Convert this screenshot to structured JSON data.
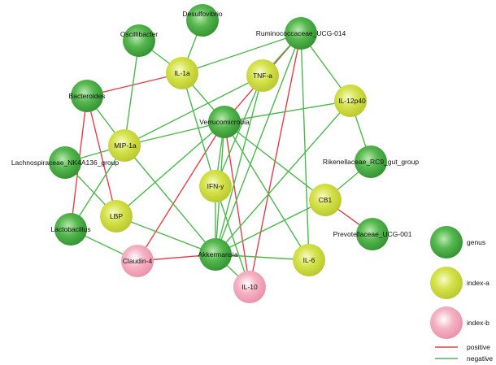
{
  "colors": {
    "genus": "#3aa63a",
    "index_a": "#c9d832",
    "index_b": "#f19ab2",
    "positive": "#e0404a",
    "negative": "#4cb84c"
  },
  "nodes": [
    {
      "id": "desulfovibrio",
      "label": "Desulfovibrio",
      "type": "genus"
    },
    {
      "id": "oscillibacter",
      "label": "Oscillibacter",
      "type": "genus"
    },
    {
      "id": "ruminococcaceae",
      "label": "Ruminococcaceae_UCG-014",
      "type": "genus"
    },
    {
      "id": "il1a",
      "label": "IL-1a",
      "type": "index_a"
    },
    {
      "id": "tnfa",
      "label": "TNF-a",
      "type": "index_a"
    },
    {
      "id": "bacteroides",
      "label": "Bacteroides",
      "type": "genus"
    },
    {
      "id": "il12p40",
      "label": "IL-12p40",
      "type": "index_a"
    },
    {
      "id": "verrucomicrobia",
      "label": "Verrucomicrobia",
      "type": "genus"
    },
    {
      "id": "mip1a",
      "label": "MIP-1a",
      "type": "index_a"
    },
    {
      "id": "lachnospiraceae",
      "label": "Lachnospiraceae_NK4A136_group",
      "type": "genus"
    },
    {
      "id": "rikenellaceae",
      "label": "Rikenellaceae_RC9_gut_group",
      "type": "genus"
    },
    {
      "id": "ifny",
      "label": "IFN-y",
      "type": "index_a"
    },
    {
      "id": "cb1",
      "label": "CB1",
      "type": "index_a"
    },
    {
      "id": "lbp",
      "label": "LBP",
      "type": "index_a"
    },
    {
      "id": "lactobacillus",
      "label": "Lactobacillus",
      "type": "genus"
    },
    {
      "id": "prevotellaceae",
      "label": "Prevotellaceae_UCG-001",
      "type": "genus"
    },
    {
      "id": "claudin4",
      "label": "Claudin-4",
      "type": "index_b"
    },
    {
      "id": "akkermansia",
      "label": "Akkermansia",
      "type": "genus"
    },
    {
      "id": "il6",
      "label": "IL-6",
      "type": "index_a"
    },
    {
      "id": "il10",
      "label": "IL-10",
      "type": "index_b"
    }
  ],
  "edges": [
    {
      "source": "il1a",
      "target": "bacteroides",
      "sign": "positive"
    },
    {
      "source": "bacteroides",
      "target": "lbp",
      "sign": "positive"
    },
    {
      "source": "bacteroides",
      "target": "lactobacillus",
      "sign": "positive"
    },
    {
      "source": "ruminococcaceae",
      "target": "il10",
      "sign": "positive"
    },
    {
      "source": "ruminococcaceae",
      "target": "verrucomicrobia",
      "sign": "positive"
    },
    {
      "source": "verrucomicrobia",
      "target": "il10",
      "sign": "positive"
    },
    {
      "source": "verrucomicrobia",
      "target": "claudin4",
      "sign": "positive"
    },
    {
      "source": "cb1",
      "target": "prevotellaceae",
      "sign": "positive"
    },
    {
      "source": "claudin4",
      "target": "akkermansia",
      "sign": "positive"
    },
    {
      "source": "desulfovibrio",
      "target": "il1a",
      "sign": "negative"
    },
    {
      "source": "oscillibacter",
      "target": "il1a",
      "sign": "negative"
    },
    {
      "source": "il1a",
      "target": "ruminococcaceae",
      "sign": "negative"
    },
    {
      "source": "il1a",
      "target": "verrucomicrobia",
      "sign": "negative"
    },
    {
      "source": "il1a",
      "target": "ifny",
      "sign": "negative"
    },
    {
      "source": "ruminococcaceae",
      "target": "tnfa",
      "sign": "negative"
    },
    {
      "source": "ruminococcaceae",
      "target": "il12p40",
      "sign": "negative"
    },
    {
      "source": "ruminococcaceae",
      "target": "akkermansia",
      "sign": "negative"
    },
    {
      "source": "ruminococcaceae",
      "target": "il6",
      "sign": "negative"
    },
    {
      "source": "tnfa",
      "target": "ifny",
      "sign": "negative"
    },
    {
      "source": "tnfa",
      "target": "akkermansia",
      "sign": "negative"
    },
    {
      "source": "tnfa",
      "target": "mip1a",
      "sign": "negative"
    },
    {
      "source": "oscillibacter",
      "target": "mip1a",
      "sign": "negative"
    },
    {
      "source": "bacteroides",
      "target": "mip1a",
      "sign": "negative"
    },
    {
      "source": "mip1a",
      "target": "lachnospiraceae",
      "sign": "negative"
    },
    {
      "source": "mip1a",
      "target": "verrucomicrobia",
      "sign": "negative"
    },
    {
      "source": "mip1a",
      "target": "lactobacillus",
      "sign": "negative"
    },
    {
      "source": "mip1a",
      "target": "akkermansia",
      "sign": "negative"
    },
    {
      "source": "il12p40",
      "target": "verrucomicrobia",
      "sign": "negative"
    },
    {
      "source": "il12p40",
      "target": "rikenellaceae",
      "sign": "negative"
    },
    {
      "source": "il12p40",
      "target": "akkermansia",
      "sign": "negative"
    },
    {
      "source": "verrucomicrobia",
      "target": "lbp",
      "sign": "negative"
    },
    {
      "source": "verrucomicrobia",
      "target": "ifny",
      "sign": "negative"
    },
    {
      "source": "verrucomicrobia",
      "target": "cb1",
      "sign": "negative"
    },
    {
      "source": "verrucomicrobia",
      "target": "il6",
      "sign": "negative"
    },
    {
      "source": "verrucomicrobia",
      "target": "akkermansia",
      "sign": "negative"
    },
    {
      "source": "lachnospiraceae",
      "target": "lbp",
      "sign": "negative"
    },
    {
      "source": "lbp",
      "target": "akkermansia",
      "sign": "negative"
    },
    {
      "source": "lactobacillus",
      "target": "claudin4",
      "sign": "negative"
    },
    {
      "source": "ifny",
      "target": "akkermansia",
      "sign": "negative"
    },
    {
      "source": "ifny",
      "target": "il10",
      "sign": "negative"
    },
    {
      "source": "cb1",
      "target": "akkermansia",
      "sign": "negative"
    },
    {
      "source": "rikenellaceae",
      "target": "cb1",
      "sign": "negative"
    },
    {
      "source": "akkermansia",
      "target": "il6",
      "sign": "negative"
    },
    {
      "source": "akkermansia",
      "target": "il10",
      "sign": "negative"
    }
  ],
  "legend": [
    {
      "label": "genus",
      "kind": "node",
      "type": "genus"
    },
    {
      "label": "index-a",
      "kind": "node",
      "type": "index_a"
    },
    {
      "label": "index-b",
      "kind": "node",
      "type": "index_b"
    },
    {
      "label": "positive",
      "kind": "edge",
      "sign": "positive"
    },
    {
      "label": "negative",
      "kind": "edge",
      "sign": "negative"
    }
  ]
}
